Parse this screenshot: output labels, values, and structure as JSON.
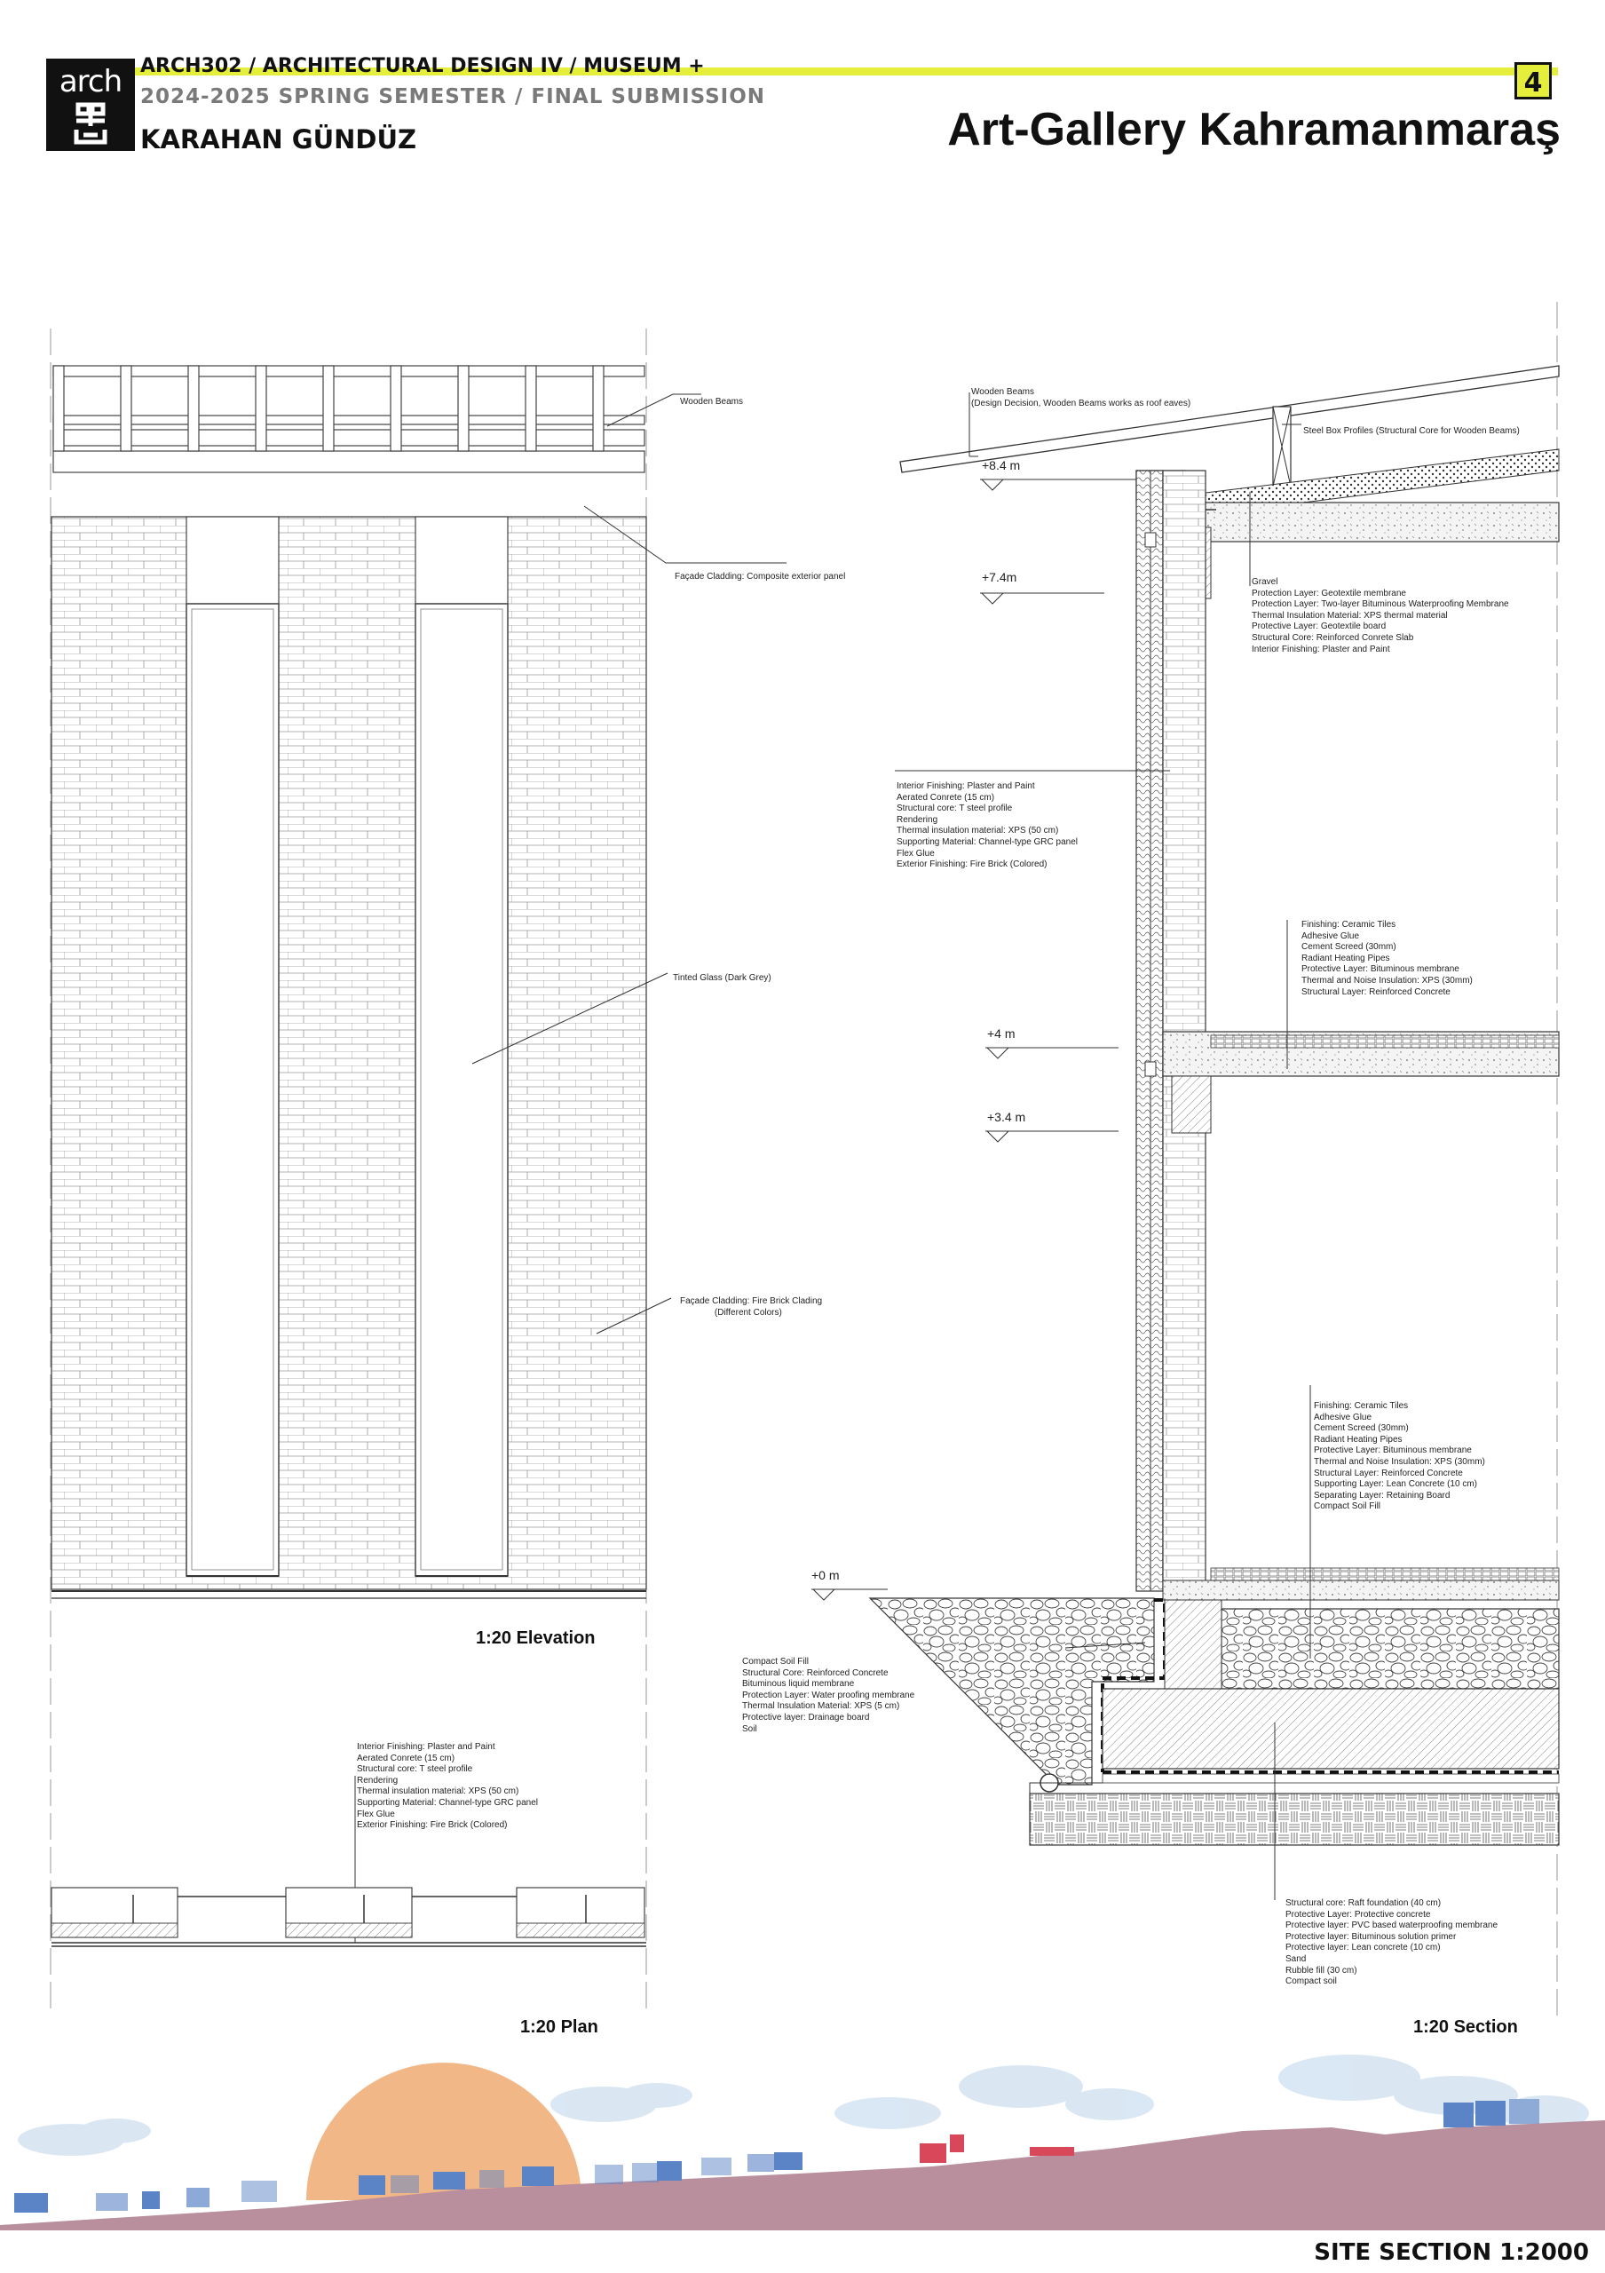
{
  "header": {
    "logo_text": "arch",
    "course": "ARCH302 / ARCHITECTURAL DESIGN IV / MUSEUM +",
    "semester": "2024-2025 SPRING SEMESTER / FINAL SUBMISSION",
    "author": "KARAHAN GÜNDÜZ",
    "page_number": "4",
    "title": "Art-Gallery Kahramanmaraş",
    "accent_color": "#e6ee3c"
  },
  "elevation": {
    "caption": "1:20  Elevation",
    "labels": {
      "wooden_beams": "Wooden Beams",
      "facade_composite": "Façade Cladding: Composite exterior panel",
      "tinted_glass": "Tinted Glass (Dark Grey)",
      "facade_brick": "Façade Cladding: Fire Brick Clading\n              (Different Colors)"
    }
  },
  "plan": {
    "caption": "1:20  Plan",
    "wall_layers": "Interior Finishing: Plaster and Paint\nAerated Conrete (15 cm)\nStructural core: T steel profile\nRendering\nThermal insulation material: XPS (50 cm)\nSupporting Material: Channel-type GRC panel\nFlex Glue\nExterior Finishing: Fire Brick (Colored)"
  },
  "section": {
    "caption": "1:20  Section",
    "levels": [
      "+8.4  m",
      "+7.4m",
      "+4  m",
      "+3.4  m",
      "+0  m"
    ],
    "labels": {
      "wooden_beams": "Wooden Beams\n(Design Decision, Wooden Beams works as roof eaves)",
      "steel_box": "Steel Box Profiles (Structural Core for Wooden Beams)",
      "roof_layers": "Gravel\nProtection Layer: Geotextile membrane\nProtection Layer: Two-layer Bituminous Waterproofing Membrane\nThermal Insulation Material: XPS thermal material\nProtective Layer: Geotextile board\nStructural Core: Reinforced Conrete Slab\nInterior Finishing: Plaster and Paint",
      "wall_layers": "Interior Finishing: Plaster and Paint\nAerated Conrete (15 cm)\nStructural core: T steel profile\nRendering\nThermal insulation material: XPS (50 cm)\nSupporting Material: Channel-type GRC panel\nFlex Glue\nExterior Finishing: Fire Brick (Colored)",
      "floor1_layers": "Finishing: Ceramic Tiles\nAdhesive Glue\nCement Screed (30mm)\nRadiant Heating Pipes\nProtective Layer: Bituminous membrane\nThermal and Noise Insulation: XPS (30mm)\nStructural Layer: Reinforced Concrete",
      "ground_floor_layers": "Finishing: Ceramic Tiles\nAdhesive Glue\nCement Screed (30mm)\nRadiant Heating Pipes\nProtective Layer: Bituminous membrane\nThermal and Noise Insulation: XPS (30mm)\nStructural Layer: Reinforced Concrete\nSupporting Layer: Lean Concrete (10 cm)\nSeparating Layer: Retaining Board\nCompact Soil Fill",
      "retaining_layers": "Compact Soil Fill\nStructural Core: Reinforced Concrete\nBituminous liquid membrane\nProtection Layer: Water proofing membrane\nThermal Insulation Material: XPS (5 cm)\nProtective layer: Drainage board\nSoil",
      "foundation_layers": "Structural core: Raft foundation (40 cm)\nProtective Layer: Protective concrete\nProtective layer: PVC based waterproofing membrane\nProtective layer: Bituminous solution primer\nProtective layer: Lean concrete (10 cm)\nSand\nRubble fill (30 cm)\nCompact soil"
    }
  },
  "site": {
    "caption": "SITE SECTION 1:2000",
    "ground_color": "#b98f9e",
    "sun_color": "#f2b787",
    "building_color": "#5b84c6",
    "accent_building_color": "#d9475a"
  }
}
